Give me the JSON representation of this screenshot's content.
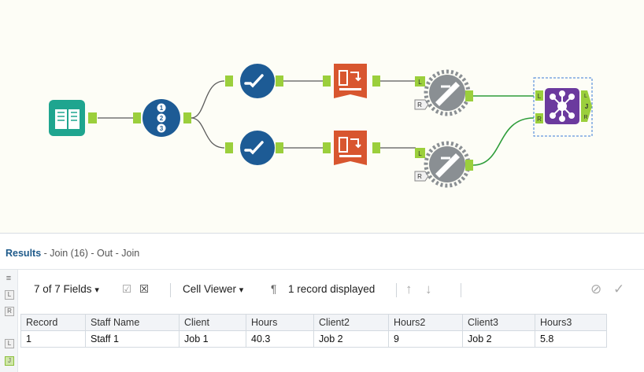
{
  "canvas": {
    "tools": [
      {
        "name": "input-data-tool",
        "icon": "book-icon",
        "color": "#1fa58f"
      },
      {
        "name": "record-id-tool",
        "icon": "numbered-list-icon",
        "color": "#1d5b95",
        "glyphs": [
          "1",
          "2",
          "3"
        ]
      },
      {
        "name": "select-tool-top",
        "icon": "checkmark-icon",
        "color": "#1d5b95"
      },
      {
        "name": "select-tool-bottom",
        "icon": "checkmark-icon",
        "color": "#1d5b95"
      },
      {
        "name": "transpose-tool-top",
        "icon": "transpose-icon",
        "color": "#d8562f"
      },
      {
        "name": "transpose-tool-bottom",
        "icon": "transpose-icon",
        "color": "#d8562f"
      },
      {
        "name": "disabled-tool-top",
        "icon": "disabled-container-icon",
        "color": "#8a8f93"
      },
      {
        "name": "disabled-tool-bottom",
        "icon": "disabled-container-icon",
        "color": "#8a8f93"
      },
      {
        "name": "join-tool",
        "icon": "join-icon",
        "color": "#6b3a9e"
      }
    ],
    "anchor_labels": {
      "left": "L",
      "right": "R",
      "join": "J"
    },
    "colors": {
      "anchor": "#9bcf3c",
      "connection": "#5a5a5a",
      "active_connection": "#2e9d3a",
      "selection": "#3a7bd5"
    }
  },
  "results": {
    "title_bold": "Results",
    "title_rest": " - Join (16) - Out - Join",
    "side_icons": [
      "≡",
      "L",
      "R",
      "L",
      "J"
    ],
    "toolbar": {
      "fields": "7 of 7 Fields",
      "fields_arrow": "▾",
      "check_icon": "☑",
      "deselect_icon": "☒",
      "cell_viewer": "Cell Viewer",
      "cell_viewer_arrow": "▾",
      "pilcrow": "¶",
      "records": "1 record displayed",
      "up_arrow": "↑",
      "down_arrow": "↓",
      "cancel": "⊘",
      "apply": "✓"
    },
    "table": {
      "headers": [
        "Record",
        "Staff Name",
        "Client",
        "Hours",
        "Client2",
        "Hours2",
        "Client3",
        "Hours3"
      ],
      "rows": [
        [
          "1",
          "Staff 1",
          "Job 1",
          "40.3",
          "Job 2",
          "9",
          "Job 2",
          "5.8"
        ]
      ]
    }
  }
}
